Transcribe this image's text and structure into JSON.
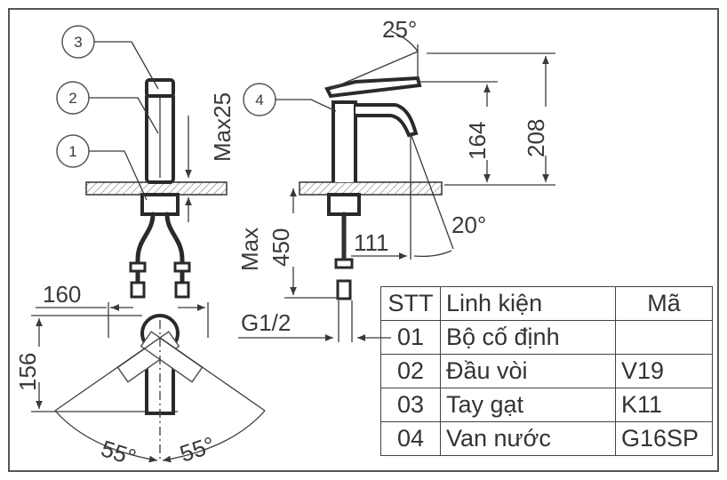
{
  "dimensions": {
    "lever_angle": "25°",
    "lever_travel": "Max25",
    "height_spout": "164",
    "height_total": "208",
    "below_deck": "Max",
    "below_deck_value": "450",
    "reach": "111",
    "spout_angle": "20°",
    "width": "160",
    "depth": "156",
    "thread": "G1/2",
    "swing_left": "55°",
    "swing_right": "55°"
  },
  "callouts": [
    "1",
    "2",
    "3",
    "4"
  ],
  "table": {
    "headers": {
      "stt": "STT",
      "name": "Linh kiện",
      "code": "Mã"
    },
    "rows": [
      {
        "stt": "01",
        "name": "Bộ cố định",
        "code": ""
      },
      {
        "stt": "02",
        "name": "Đầu vòi",
        "code": "V19"
      },
      {
        "stt": "03",
        "name": "Tay gạt",
        "code": "K11"
      },
      {
        "stt": "04",
        "name": "Van nước",
        "code": "G16SP"
      }
    ]
  }
}
